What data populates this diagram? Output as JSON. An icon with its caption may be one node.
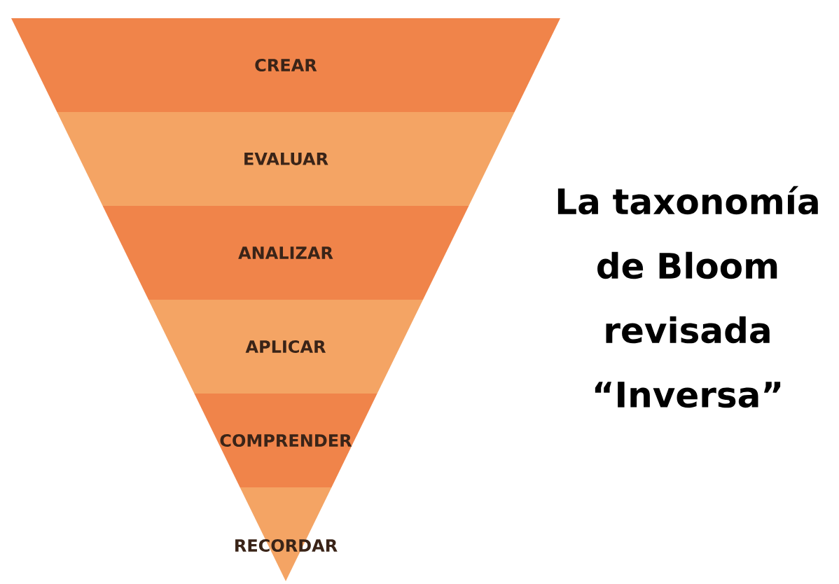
{
  "diagram": {
    "title": "La taxonomía de Bloom revisada “Inversa”",
    "nodes": [
      {
        "text": [
          "CREAR"
        ]
      },
      {
        "text": [
          "EVALUAR"
        ]
      },
      {
        "text": [
          "ANALIZAR"
        ]
      },
      {
        "text": [
          "APLICAR"
        ]
      },
      {
        "text": [
          "COMPRENDER"
        ]
      },
      {
        "text": [
          "RECORDAR"
        ]
      }
    ]
  }
}
